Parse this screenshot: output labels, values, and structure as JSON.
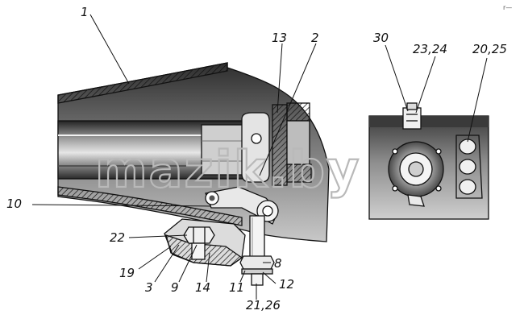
{
  "watermark": "mazik.by",
  "corner_mark": "r—",
  "callouts": {
    "c1": "1",
    "c13": "13",
    "c2": "2",
    "c30": "30",
    "c23_24": "23,24",
    "c20_25": "20,25",
    "c10": "10",
    "c22": "22",
    "c19": "19",
    "c3": "3",
    "c9": "9",
    "c14": "14",
    "c11": "11",
    "c21_26": "21,26",
    "c8": "8",
    "c12": "12"
  },
  "colors": {
    "ink": "#111111",
    "shade_dark": "#3a3a3a",
    "shade_mid": "#8a8a8a",
    "shade_light": "#d2d2d2",
    "watermark": "#b9b9b9"
  }
}
